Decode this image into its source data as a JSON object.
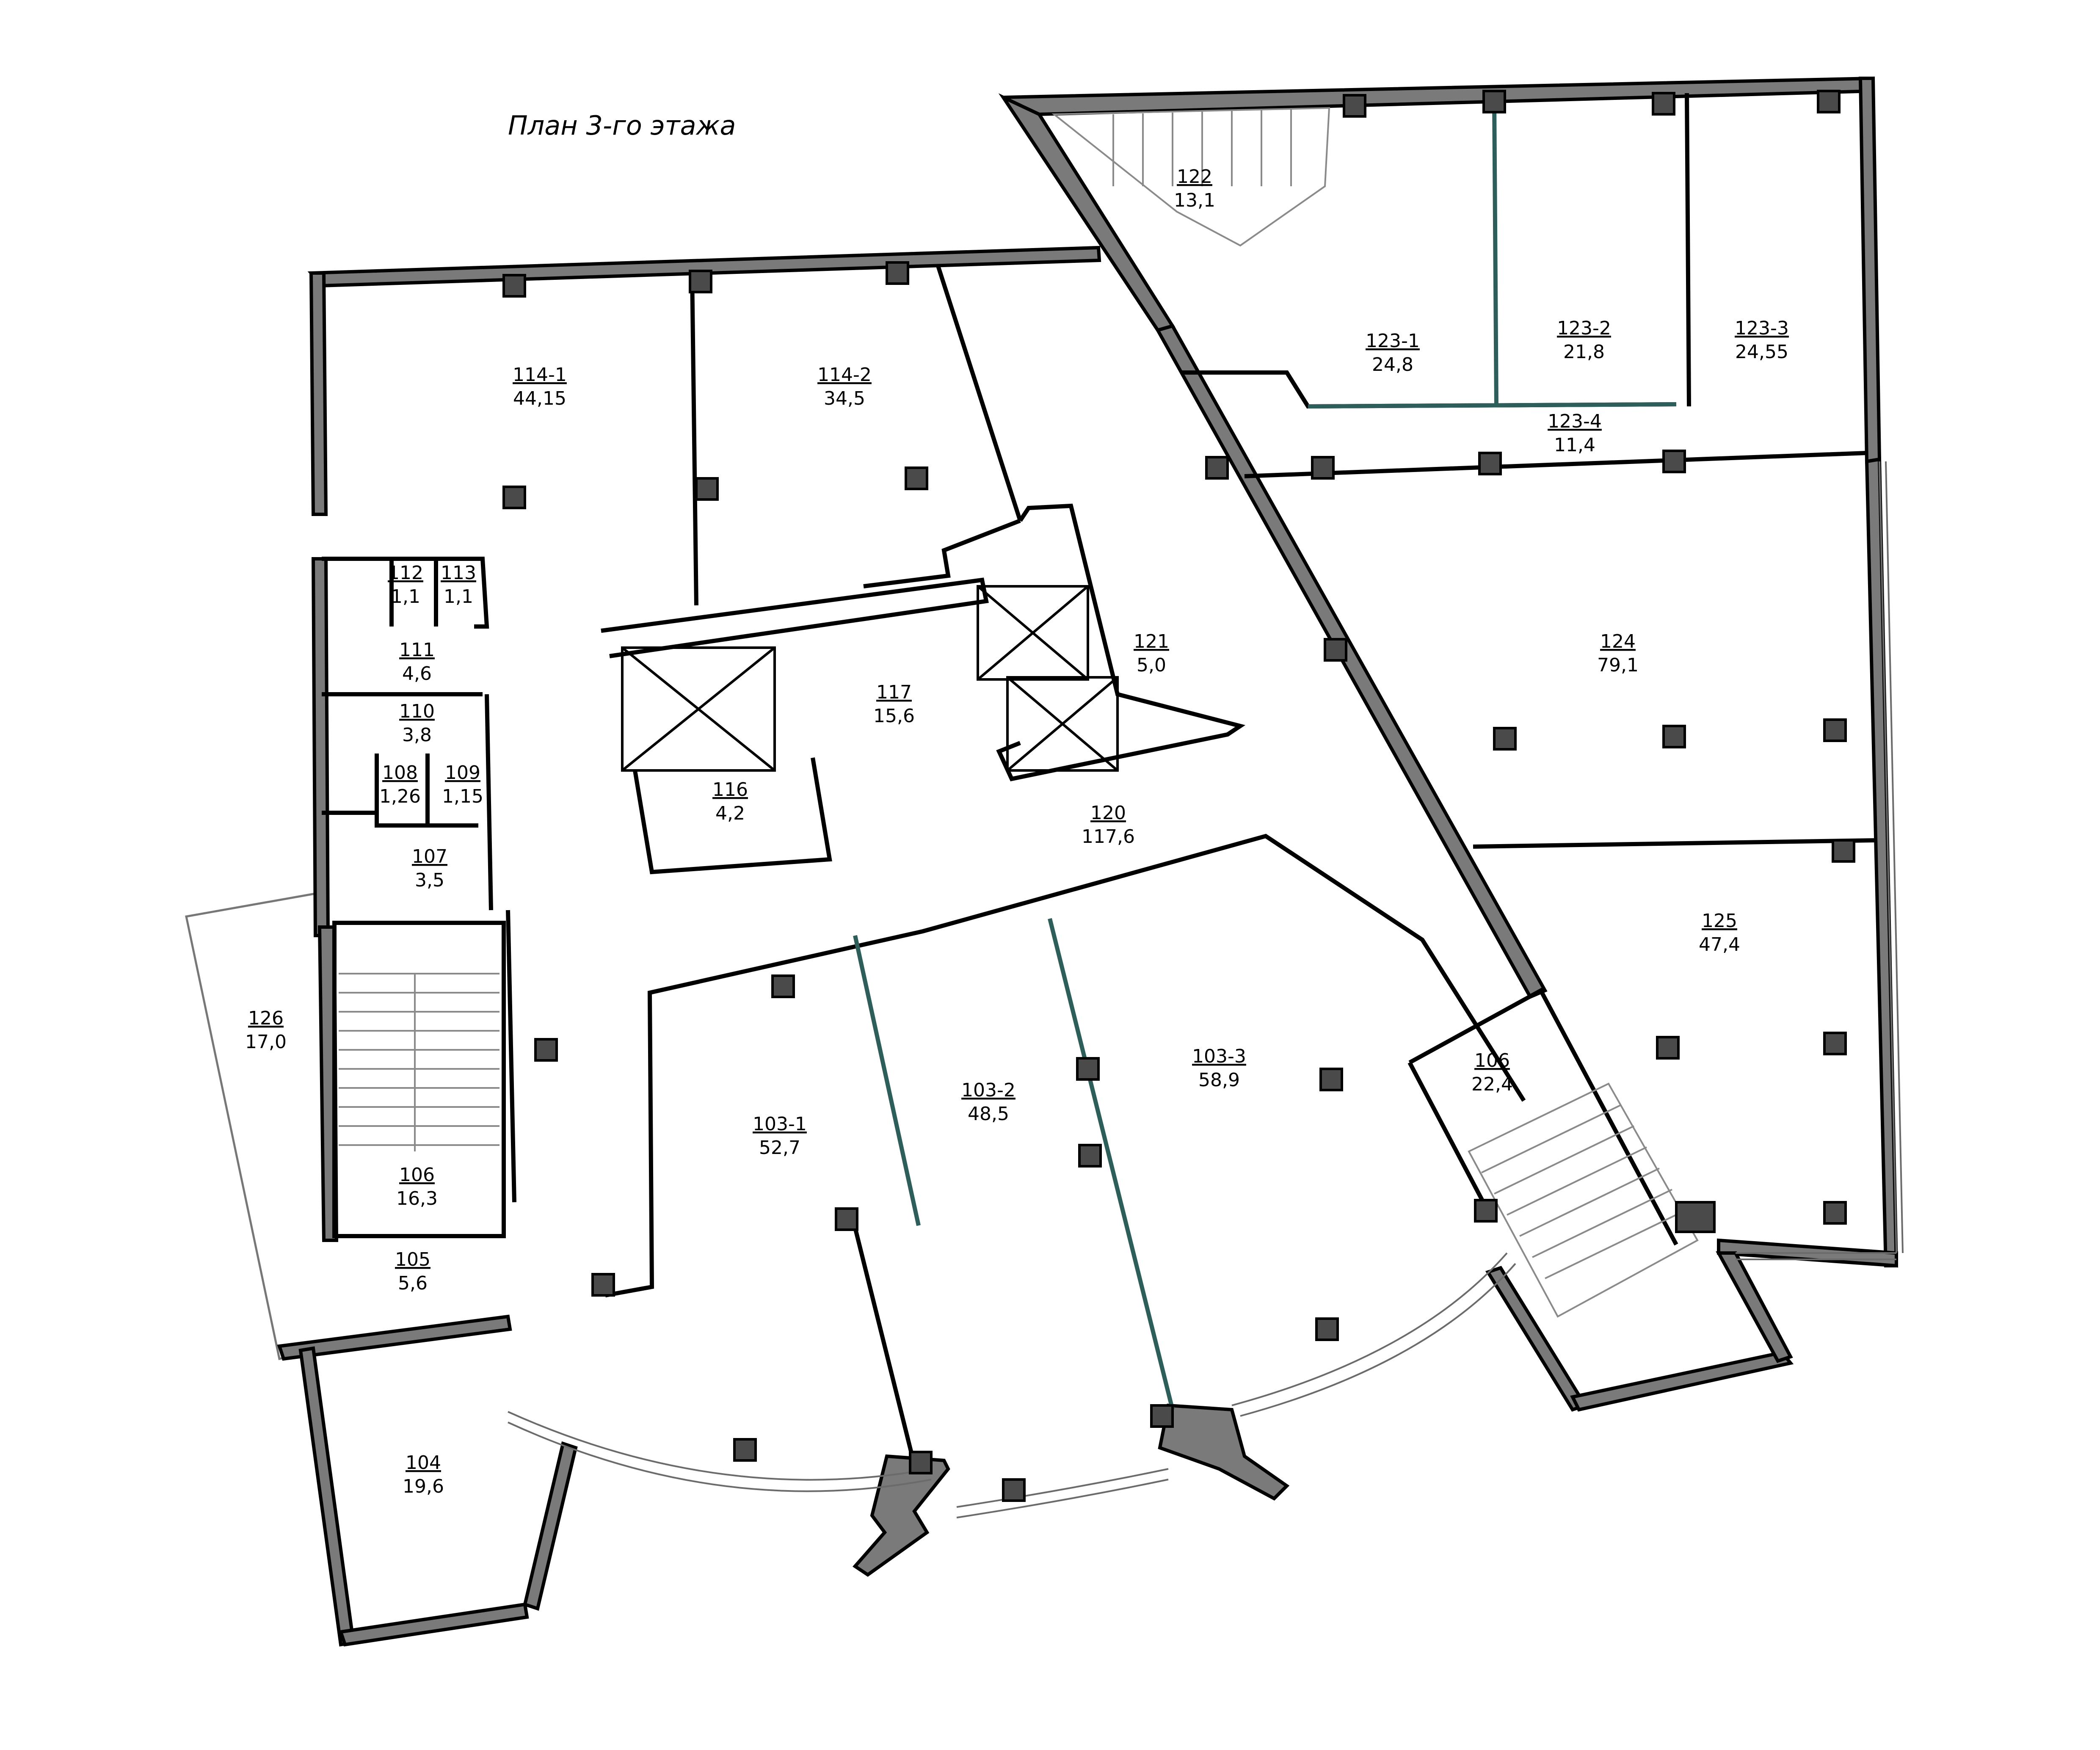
{
  "title": "План 3-го этажа",
  "rooms": [
    {
      "id": "122",
      "area": "13,1"
    },
    {
      "id": "123-1",
      "area": "24,8"
    },
    {
      "id": "123-2",
      "area": "21,8"
    },
    {
      "id": "123-3",
      "area": "24,55"
    },
    {
      "id": "123-4",
      "area": "11,4"
    },
    {
      "id": "114-1",
      "area": "44,15"
    },
    {
      "id": "114-2",
      "area": "34,5"
    },
    {
      "id": "112",
      "area": "1,1"
    },
    {
      "id": "113",
      "area": "1,1"
    },
    {
      "id": "111",
      "area": "4,6"
    },
    {
      "id": "110",
      "area": "3,8"
    },
    {
      "id": "108",
      "area": "1,26"
    },
    {
      "id": "109",
      "area": "1,15"
    },
    {
      "id": "107",
      "area": "3,5"
    },
    {
      "id": "117",
      "area": "15,6"
    },
    {
      "id": "121",
      "area": "5,0"
    },
    {
      "id": "116",
      "area": "4,2"
    },
    {
      "id": "124",
      "area": "79,1"
    },
    {
      "id": "120",
      "area": "117,6"
    },
    {
      "id": "126",
      "area": "17,0"
    },
    {
      "id": "106",
      "area": "16,3"
    },
    {
      "id": "105",
      "area": "5,6"
    },
    {
      "id": "103-1",
      "area": "52,7"
    },
    {
      "id": "103-2",
      "area": "48,5"
    },
    {
      "id": "103-3",
      "area": "58,9"
    },
    {
      "id": "106",
      "area": "22,4"
    },
    {
      "id": "125",
      "area": "47,4"
    },
    {
      "id": "104",
      "area": "19,6"
    }
  ],
  "colors": {
    "wall": "#7a7a7a",
    "column": "#4a4a4a",
    "glass_partition": "#2d5e5a",
    "background": "#ffffff"
  }
}
